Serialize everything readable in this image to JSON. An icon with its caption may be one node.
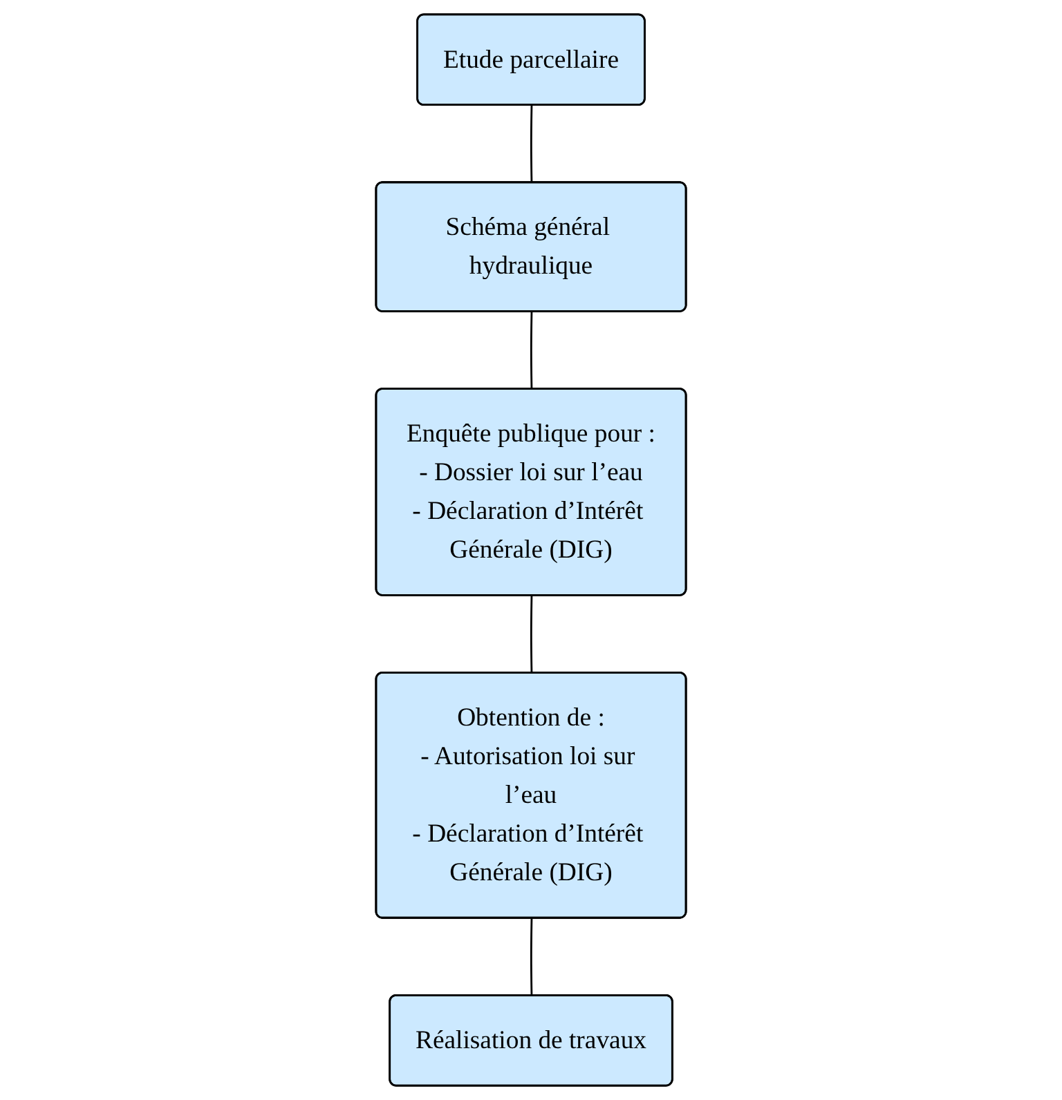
{
  "diagram": {
    "nodes": [
      {
        "text": [
          "Etude parcellaire"
        ]
      },
      {
        "text": [
          "Schéma général hydraulique"
        ]
      },
      {
        "text": [
          "Enquête publique pour :",
          "- Dossier loi sur l’eau",
          "- Déclaration d’Intérêt Générale (DIG)"
        ]
      },
      {
        "text": [
          "Obtention de :",
          "- Autorisation loi sur l’eau",
          "- Déclaration d’Intérêt Générale (DIG)"
        ]
      },
      {
        "text": [
          "Réalisation de travaux"
        ]
      }
    ],
    "edges": [
      {
        "from": 0,
        "to": 1,
        "arrow": "none"
      },
      {
        "from": 1,
        "to": 2,
        "arrow": "none"
      },
      {
        "from": 2,
        "to": 3,
        "arrow": "none"
      },
      {
        "from": 3,
        "to": 4,
        "arrow": "none"
      }
    ]
  }
}
